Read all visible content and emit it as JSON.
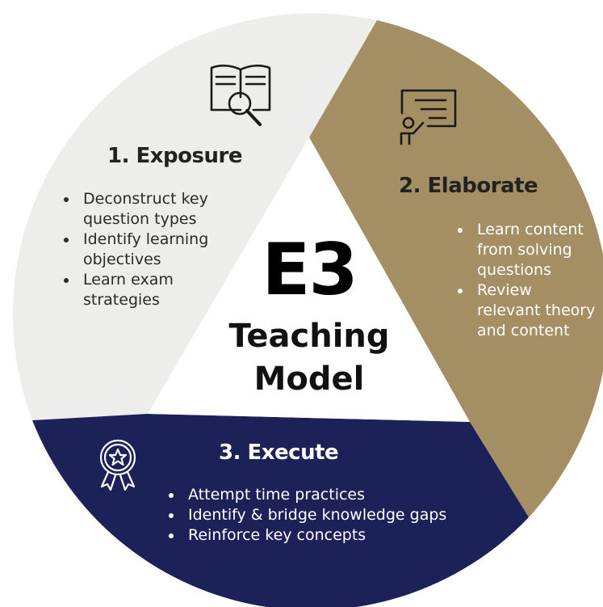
{
  "colors": {
    "exposure_bg": "#ededec",
    "elaborate_bg": "#a48f65",
    "execute_bg": "#1c2158",
    "center_bg": "#ffffff",
    "text_dark": "#222222",
    "text_light": "#ffffff"
  },
  "center": {
    "title": "E3",
    "subtitle_line1": "Teaching",
    "subtitle_line2": "Model"
  },
  "sections": [
    {
      "title": "1. Exposure",
      "icon": "book-magnifier-icon",
      "bullets": [
        "Deconstruct key question types",
        "Identify learning objectives",
        "Learn exam strategies"
      ]
    },
    {
      "title": "2. Elaborate",
      "icon": "presenter-board-icon",
      "bullets": [
        "Learn content from solving questions",
        "Review relevant theory and content"
      ]
    },
    {
      "title": "3. Execute",
      "icon": "award-ribbon-icon",
      "bullets": [
        "Attempt time practices",
        "Identify & bridge knowledge gaps",
        "Reinforce key concepts"
      ]
    }
  ]
}
